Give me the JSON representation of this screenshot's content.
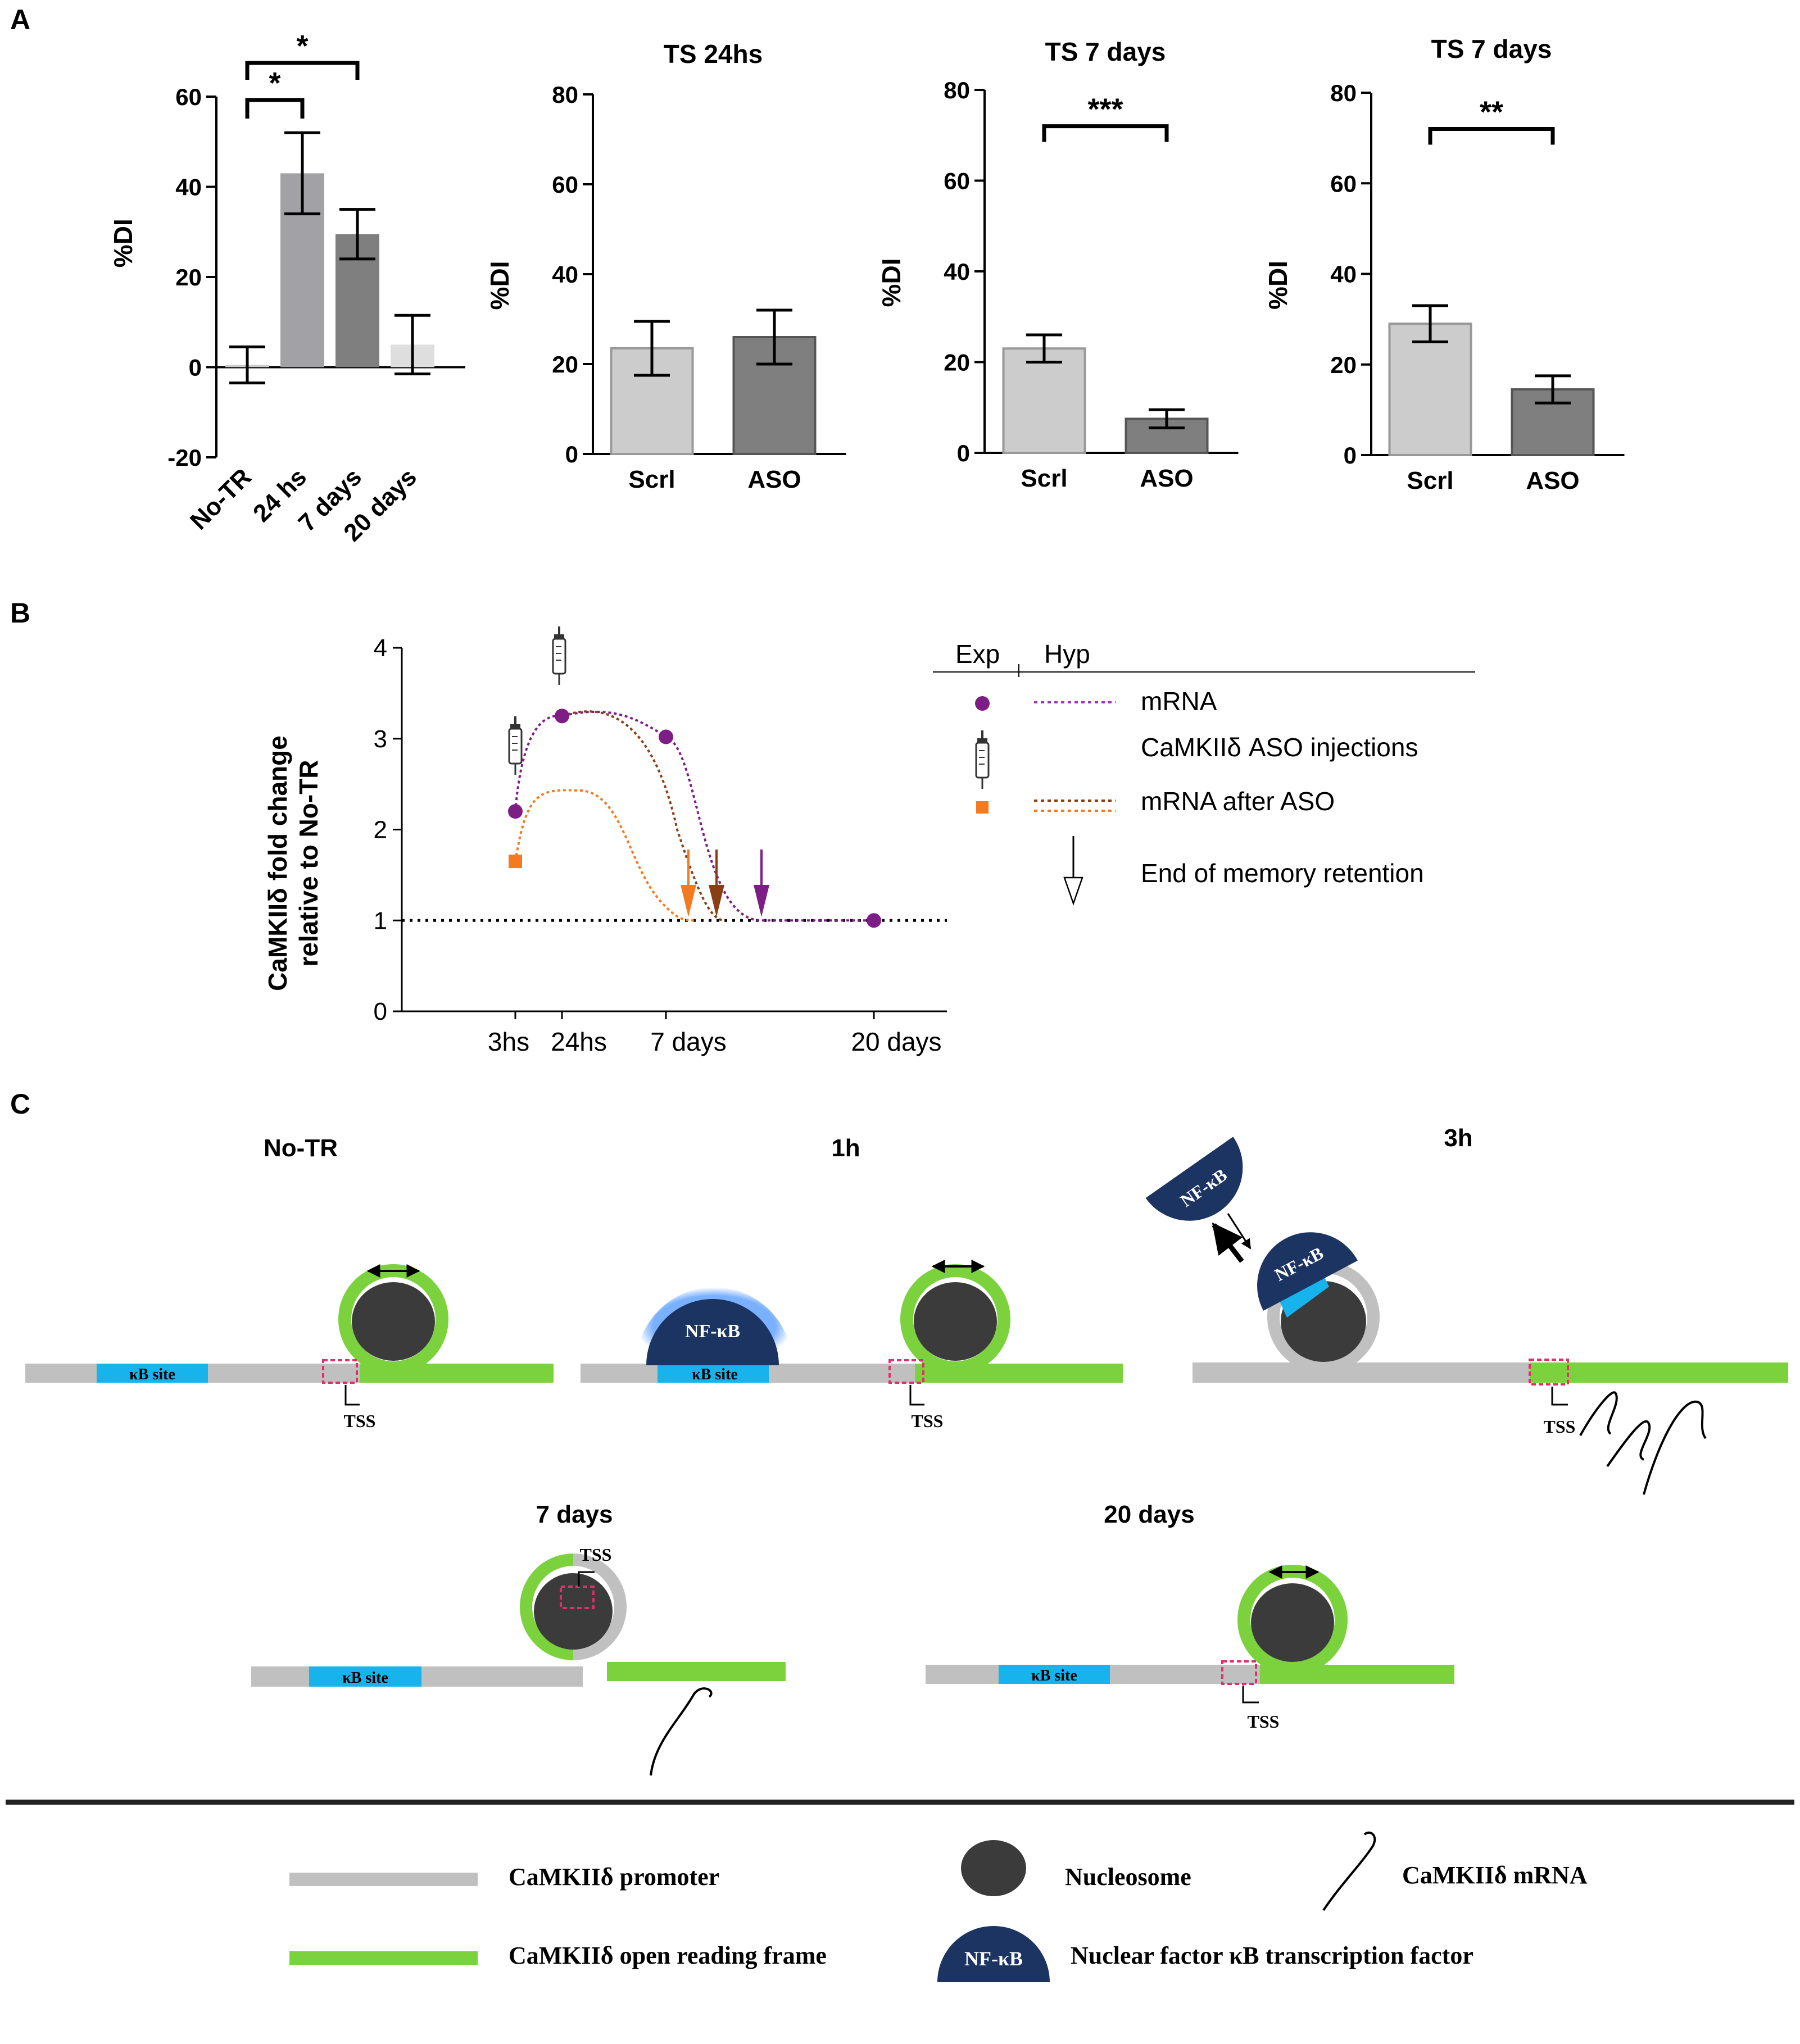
{
  "panel_labels": {
    "a": "A",
    "b": "B",
    "c": "C"
  },
  "colors": {
    "bar_light": "#cccccc",
    "bar_mid": "#a2a2a6",
    "bar_dark": "#7f7f7f",
    "bar_faint": "#dedede",
    "promoter_gray": "#c0c0c0",
    "orf_green": "#7bd23c",
    "kb_site_blue": "#17b3ec",
    "nucleosome": "#3b3b3b",
    "nfkb_navy": "#1c3461",
    "tss_box": "#e0306c",
    "mrna_purple": "#7d1d86",
    "aso_orange": "#f37a21",
    "aso_brown": "#8a3e14"
  },
  "chart_data": [
    {
      "type": "bar",
      "title": "",
      "ylabel": "%DI",
      "ylim": [
        -20,
        60
      ],
      "yticks": [
        "-20",
        "0",
        "20",
        "40",
        "60"
      ],
      "categories": [
        "No-TR",
        "24 hs",
        "7 days",
        "20 days"
      ],
      "values": [
        0.5,
        43,
        29.5,
        5
      ],
      "errors": [
        4,
        9,
        5.5,
        6.5
      ],
      "significance": [
        {
          "from": 0,
          "to": 1,
          "label": "*"
        },
        {
          "from": 0,
          "to": 2,
          "label": "*"
        }
      ]
    },
    {
      "type": "bar",
      "title": "TS 24hs",
      "ylabel": "%DI",
      "ylim": [
        0,
        80
      ],
      "yticks": [
        "0",
        "20",
        "40",
        "60",
        "80"
      ],
      "categories": [
        "Scrl",
        "ASO"
      ],
      "values": [
        23.5,
        26
      ],
      "errors": [
        6,
        6
      ],
      "significance": []
    },
    {
      "type": "bar",
      "title": "TS 7 days",
      "ylabel": "%DI",
      "ylim": [
        0,
        80
      ],
      "yticks": [
        "0",
        "20",
        "40",
        "60",
        "80"
      ],
      "categories": [
        "Scrl",
        "ASO"
      ],
      "values": [
        23,
        7.5
      ],
      "errors": [
        3,
        2
      ],
      "significance": [
        {
          "from": 0,
          "to": 1,
          "label": "***"
        }
      ]
    },
    {
      "type": "bar",
      "title": "TS 7 days",
      "ylabel": "%DI",
      "ylim": [
        0,
        80
      ],
      "yticks": [
        "0",
        "20",
        "40",
        "60",
        "80"
      ],
      "categories": [
        "Scrl",
        "ASO"
      ],
      "values": [
        29,
        14.5
      ],
      "errors": [
        4,
        3
      ],
      "significance": [
        {
          "from": 0,
          "to": 1,
          "label": "**"
        }
      ]
    },
    {
      "type": "line",
      "title": "",
      "ylabel_lines": [
        "CaMKIIδ fold change",
        "relative to No-TR"
      ],
      "ylim": [
        0,
        4
      ],
      "yticks": [
        "0",
        "1",
        "2",
        "3",
        "4"
      ],
      "xtick_labels": [
        "3hs",
        "24hs",
        "7 days",
        "20 days"
      ],
      "baseline": 1,
      "points": [
        {
          "x": "3hs",
          "y": 2.2
        },
        {
          "x": "24hs",
          "y": 3.25
        },
        {
          "x": "7 days",
          "y": 3.02
        },
        {
          "x": "20 days",
          "y": 1.0
        }
      ],
      "aso_point": {
        "x": "3hs",
        "y": 1.65
      }
    }
  ],
  "legend_b": {
    "exp_label": "Exp",
    "hyp_label": "Hyp",
    "mrna": "mRNA",
    "injections": "CaMKIIδ ASO injections",
    "mrna_after_aso": "mRNA after ASO",
    "end_memory": "End of memory retention"
  },
  "panel_c": {
    "titles": {
      "no_tr": "No-TR",
      "h1": "1h",
      "h3": "3h",
      "d7": "7 days",
      "d20": "20 days"
    },
    "kb_site": "κB site",
    "nfkb": "NF-κB",
    "tss": "TSS"
  },
  "legend_c": {
    "promoter": "CaMKIIδ promoter",
    "orf": "CaMKIIδ open reading frame",
    "nucleosome": "Nucleosome",
    "mrna": "CaMKIIδ mRNA",
    "nfkb_symbol": "NF-κB",
    "nfkb_desc": "Nuclear factor κB transcription factor"
  }
}
